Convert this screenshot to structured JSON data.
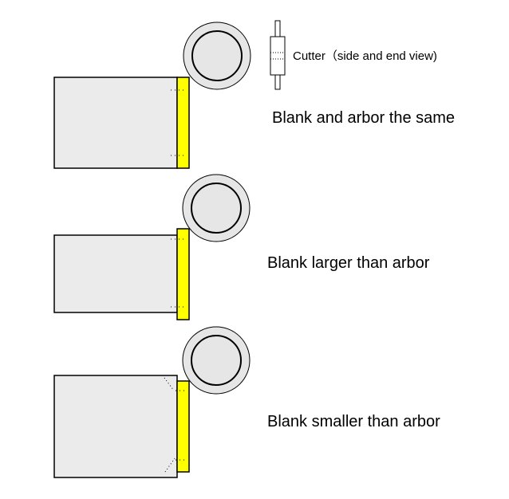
{
  "cutter_label": "Cutter（side and end view)",
  "cases": [
    {
      "label": "Blank and arbor the same"
    },
    {
      "label": "Blank larger than arbor"
    },
    {
      "label": "Blank smaller than arbor"
    }
  ],
  "colors": {
    "blank_fill": "#ebebeb",
    "arbor_fill": "#ffff00",
    "cutter_ring": "#e6e6e6",
    "stroke": "#000000"
  }
}
